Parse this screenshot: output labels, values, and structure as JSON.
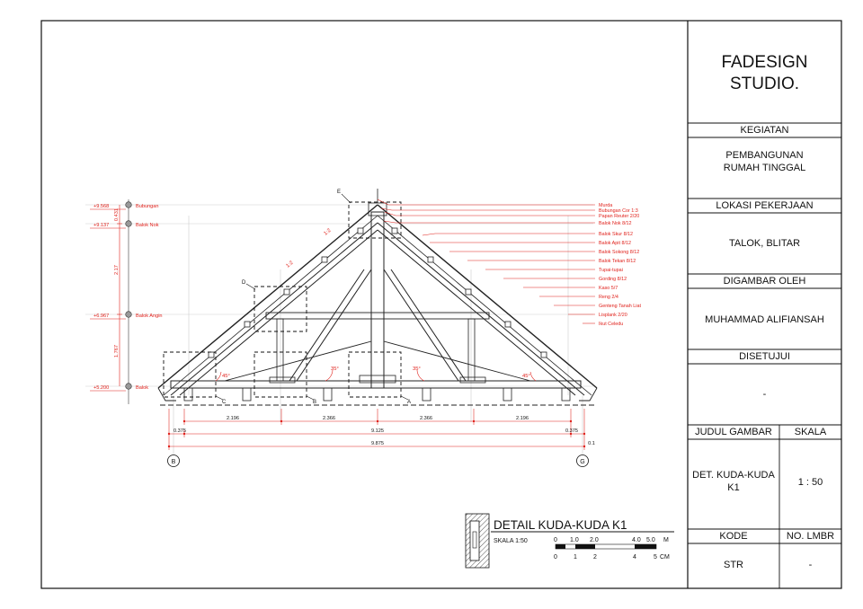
{
  "drawing": {
    "title": "DETAIL KUDA-KUDA K1",
    "scale_text": "SKALA 1:50",
    "bar_top_labels": [
      "0",
      "1.0",
      "2.0",
      "4.0",
      "5.0",
      "M"
    ],
    "bar_bottom_labels": [
      "0",
      "1",
      "2",
      "4",
      "5",
      "CM"
    ]
  },
  "elevations": [
    {
      "value": "+9.568",
      "label": "Bubungan"
    },
    {
      "value": "+9.137",
      "label": "Balok Nok"
    },
    {
      "value": "+6.967",
      "label": "Balok Angin"
    },
    {
      "value": "+5.200",
      "label": "Balok"
    }
  ],
  "vertical_dims": [
    "0.431",
    "2.17",
    "1.767"
  ],
  "callouts": [
    "Murda",
    "Bubungan Cor 1:3",
    "Papan Reuter 2/20",
    "Balok Nok 8/12",
    "Balok Skur 8/12",
    "Balok Apit 8/12",
    "Balok Sokong 8/12",
    "Balok Tekan 8/12",
    "Tupai-tupai",
    "Gording 8/12",
    "Kaso 5/7",
    "Reng 2/4",
    "Genteng Tanah Liat",
    "Lisplank 2/20",
    "Ikut Celedu"
  ],
  "dimensions": {
    "row1": [
      "2.196",
      "2.366",
      "2.366",
      "2.196"
    ],
    "row2": [
      "0.375",
      "9.125",
      "0.375"
    ],
    "row3": [
      "9.875",
      "0.1"
    ]
  },
  "slope_labels": [
    "1:2",
    "1:2"
  ],
  "angle_labels": [
    "45°",
    "35°",
    "35°",
    "45°"
  ],
  "detail_tags": [
    "E",
    "D",
    "C",
    "B",
    "A"
  ],
  "grid_labels": [
    "B",
    "G"
  ],
  "title_block": {
    "studio_line1": "FADESIGN",
    "studio_line2": "STUDIO.",
    "kegiatan_label": "KEGIATAN",
    "kegiatan_line1": "PEMBANGUNAN",
    "kegiatan_line2": "RUMAH TINGGAL",
    "lokasi_label": "LOKASI PEKERJAAN",
    "lokasi_value": "TALOK, BLITAR",
    "digambar_label": "DIGAMBAR OLEH",
    "digambar_value": "MUHAMMAD ALIFIANSAH",
    "disetujui_label": "DISETUJUI",
    "disetujui_value": "-",
    "judul_label": "JUDUL GAMBAR",
    "skala_label": "SKALA",
    "judul_line1": "DET. KUDA-KUDA",
    "judul_line2": "K1",
    "skala_value": "1 : 50",
    "kode_label": "KODE",
    "nolmbr_label": "NO. LMBR",
    "kode_value": "STR",
    "nolmbr_value": "-"
  },
  "colors": {
    "dimension": "#e0201a",
    "line": "#111111",
    "grid": "#c8c8c8"
  }
}
